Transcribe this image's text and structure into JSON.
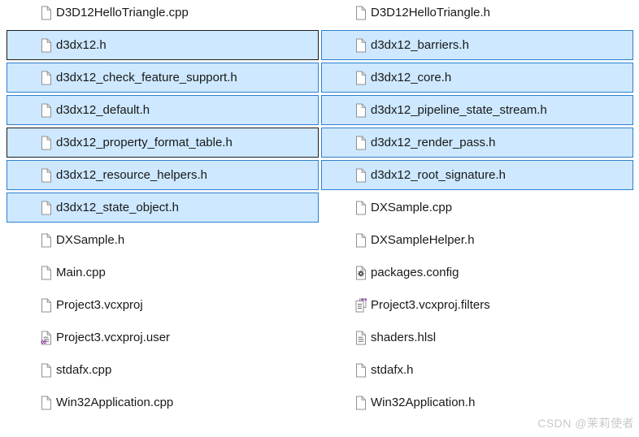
{
  "watermark": {
    "text": "CSDN @茉莉使者",
    "color": "#c9c9c9"
  },
  "colors": {
    "selection_background": "#cde8ff",
    "selection_border": "#2e80d0",
    "focused_selection_border": "#1b1b1b",
    "text": "#191919",
    "icon_gray": "#909090",
    "vs_purple": "#8a2ba6"
  },
  "columns": [
    {
      "name": "left",
      "items": [
        {
          "label": "D3D12HelloTriangle.cpp",
          "icon": "plain-doc-icon",
          "selected": false,
          "focused": false
        },
        {
          "label": "d3dx12.h",
          "icon": "plain-doc-icon",
          "selected": true,
          "focused": true
        },
        {
          "label": "d3dx12_check_feature_support.h",
          "icon": "plain-doc-icon",
          "selected": true,
          "focused": false
        },
        {
          "label": "d3dx12_default.h",
          "icon": "plain-doc-icon",
          "selected": true,
          "focused": false
        },
        {
          "label": "d3dx12_property_format_table.h",
          "icon": "plain-doc-icon",
          "selected": true,
          "focused": true
        },
        {
          "label": "d3dx12_resource_helpers.h",
          "icon": "plain-doc-icon",
          "selected": true,
          "focused": false
        },
        {
          "label": "d3dx12_state_object.h",
          "icon": "plain-doc-icon",
          "selected": true,
          "focused": false
        },
        {
          "label": "DXSample.h",
          "icon": "plain-doc-icon",
          "selected": false,
          "focused": false
        },
        {
          "label": "Main.cpp",
          "icon": "plain-doc-icon",
          "selected": false,
          "focused": false
        },
        {
          "label": "Project3.vcxproj",
          "icon": "plain-doc-icon",
          "selected": false,
          "focused": false
        },
        {
          "label": "Project3.vcxproj.user",
          "icon": "vs-user-doc-icon",
          "selected": false,
          "focused": false
        },
        {
          "label": "stdafx.cpp",
          "icon": "plain-doc-icon",
          "selected": false,
          "focused": false
        },
        {
          "label": "Win32Application.cpp",
          "icon": "plain-doc-icon",
          "selected": false,
          "focused": false
        }
      ]
    },
    {
      "name": "right",
      "items": [
        {
          "label": "D3D12HelloTriangle.h",
          "icon": "plain-doc-icon",
          "selected": false,
          "focused": false
        },
        {
          "label": "d3dx12_barriers.h",
          "icon": "plain-doc-icon",
          "selected": true,
          "focused": false
        },
        {
          "label": "d3dx12_core.h",
          "icon": "plain-doc-icon",
          "selected": true,
          "focused": false
        },
        {
          "label": "d3dx12_pipeline_state_stream.h",
          "icon": "plain-doc-icon",
          "selected": true,
          "focused": false
        },
        {
          "label": "d3dx12_render_pass.h",
          "icon": "plain-doc-icon",
          "selected": true,
          "focused": false
        },
        {
          "label": "d3dx12_root_signature.h",
          "icon": "plain-doc-icon",
          "selected": true,
          "focused": false
        },
        {
          "label": "DXSample.cpp",
          "icon": "plain-doc-icon",
          "selected": false,
          "focused": false
        },
        {
          "label": "DXSampleHelper.h",
          "icon": "plain-doc-icon",
          "selected": false,
          "focused": false
        },
        {
          "label": "packages.config",
          "icon": "gear-doc-icon",
          "selected": false,
          "focused": false
        },
        {
          "label": "Project3.vcxproj.filters",
          "icon": "filters-doc-icon",
          "selected": false,
          "focused": false
        },
        {
          "label": "shaders.hlsl",
          "icon": "script-doc-icon",
          "selected": false,
          "focused": false
        },
        {
          "label": "stdafx.h",
          "icon": "plain-doc-icon",
          "selected": false,
          "focused": false
        },
        {
          "label": "Win32Application.h",
          "icon": "plain-doc-icon",
          "selected": false,
          "focused": false
        }
      ]
    }
  ]
}
